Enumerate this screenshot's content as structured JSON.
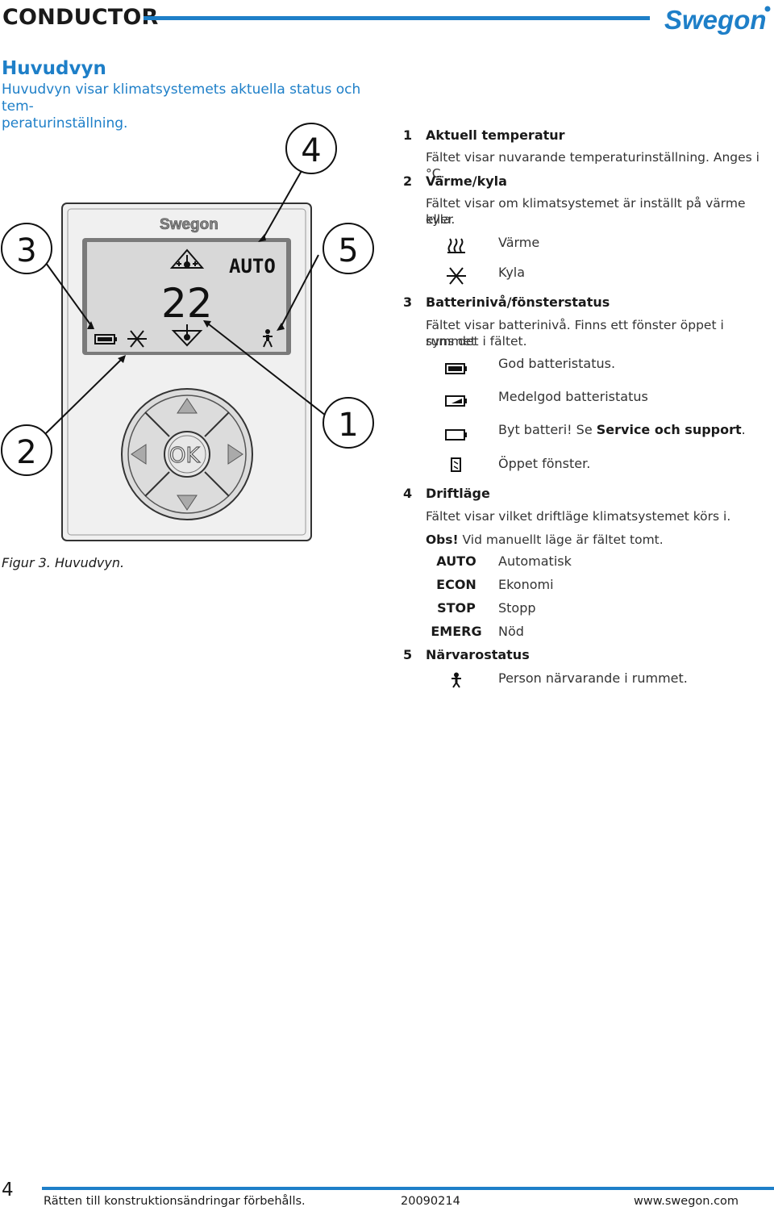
{
  "header": {
    "title": "CONDUCTOR",
    "logo_text": "Swegon"
  },
  "section": {
    "heading": "Huvudvyn",
    "intro_line1": "Huvudvyn visar klimatsystemets aktuella status och tem-",
    "intro_line2": "peraturinställning."
  },
  "figure": {
    "callouts": {
      "c1": "1",
      "c2": "2",
      "c3": "3",
      "c4": "4",
      "c5": "5"
    },
    "device_logo": "Swegon",
    "display_mode": "AUTO",
    "display_temp": "22",
    "ok_label": "OK",
    "caption": "Figur 3. Huvudvyn."
  },
  "items": {
    "i1": {
      "num": "1",
      "title": "Aktuell temperatur",
      "desc": "Fältet visar nuvarande temperaturinställning. Anges i °C."
    },
    "i2": {
      "num": "2",
      "title": "Värme/kyla",
      "desc1": "Fältet visar om klimatsystemet är inställt på värme eller",
      "desc2": "kyla.",
      "heat_label": "Värme",
      "cool_label": "Kyla"
    },
    "i3": {
      "num": "3",
      "title": "Batterinivå/fönsterstatus",
      "desc1": "Fältet visar batterinivå. Finns ett fönster öppet i rummet",
      "desc2": "syns det i fältet.",
      "bat_good": "God batteristatus.",
      "bat_medium": "Medelgod batteristatus",
      "bat_low_pre": "Byt batteri! Se ",
      "bat_low_link": "Service och support",
      "bat_low_post": ".",
      "window_open": "Öppet fönster."
    },
    "i4": {
      "num": "4",
      "title": "Driftläge",
      "desc": "Fältet visar vilket driftläge klimatsystemet körs i.",
      "note_bold": "Obs!",
      "note_rest": " Vid manuellt läge är fältet tomt.",
      "modes": [
        {
          "code": "AUTO",
          "label": "Automatisk"
        },
        {
          "code": "ECON",
          "label": "Ekonomi"
        },
        {
          "code": "STOP",
          "label": "Stopp"
        },
        {
          "code": "EMERG",
          "label": "Nöd"
        }
      ]
    },
    "i5": {
      "num": "5",
      "title": "Närvarostatus",
      "presence": "Person närvarande i rummet."
    }
  },
  "footer": {
    "page": "4",
    "notice": "Rätten till konstruktionsändringar förbehålls.",
    "date": "20090214",
    "url": "www.swegon.com"
  },
  "colors": {
    "accent": "#1e7fc8",
    "text": "#1a1a1a",
    "lcd": "#d8d8d8"
  }
}
